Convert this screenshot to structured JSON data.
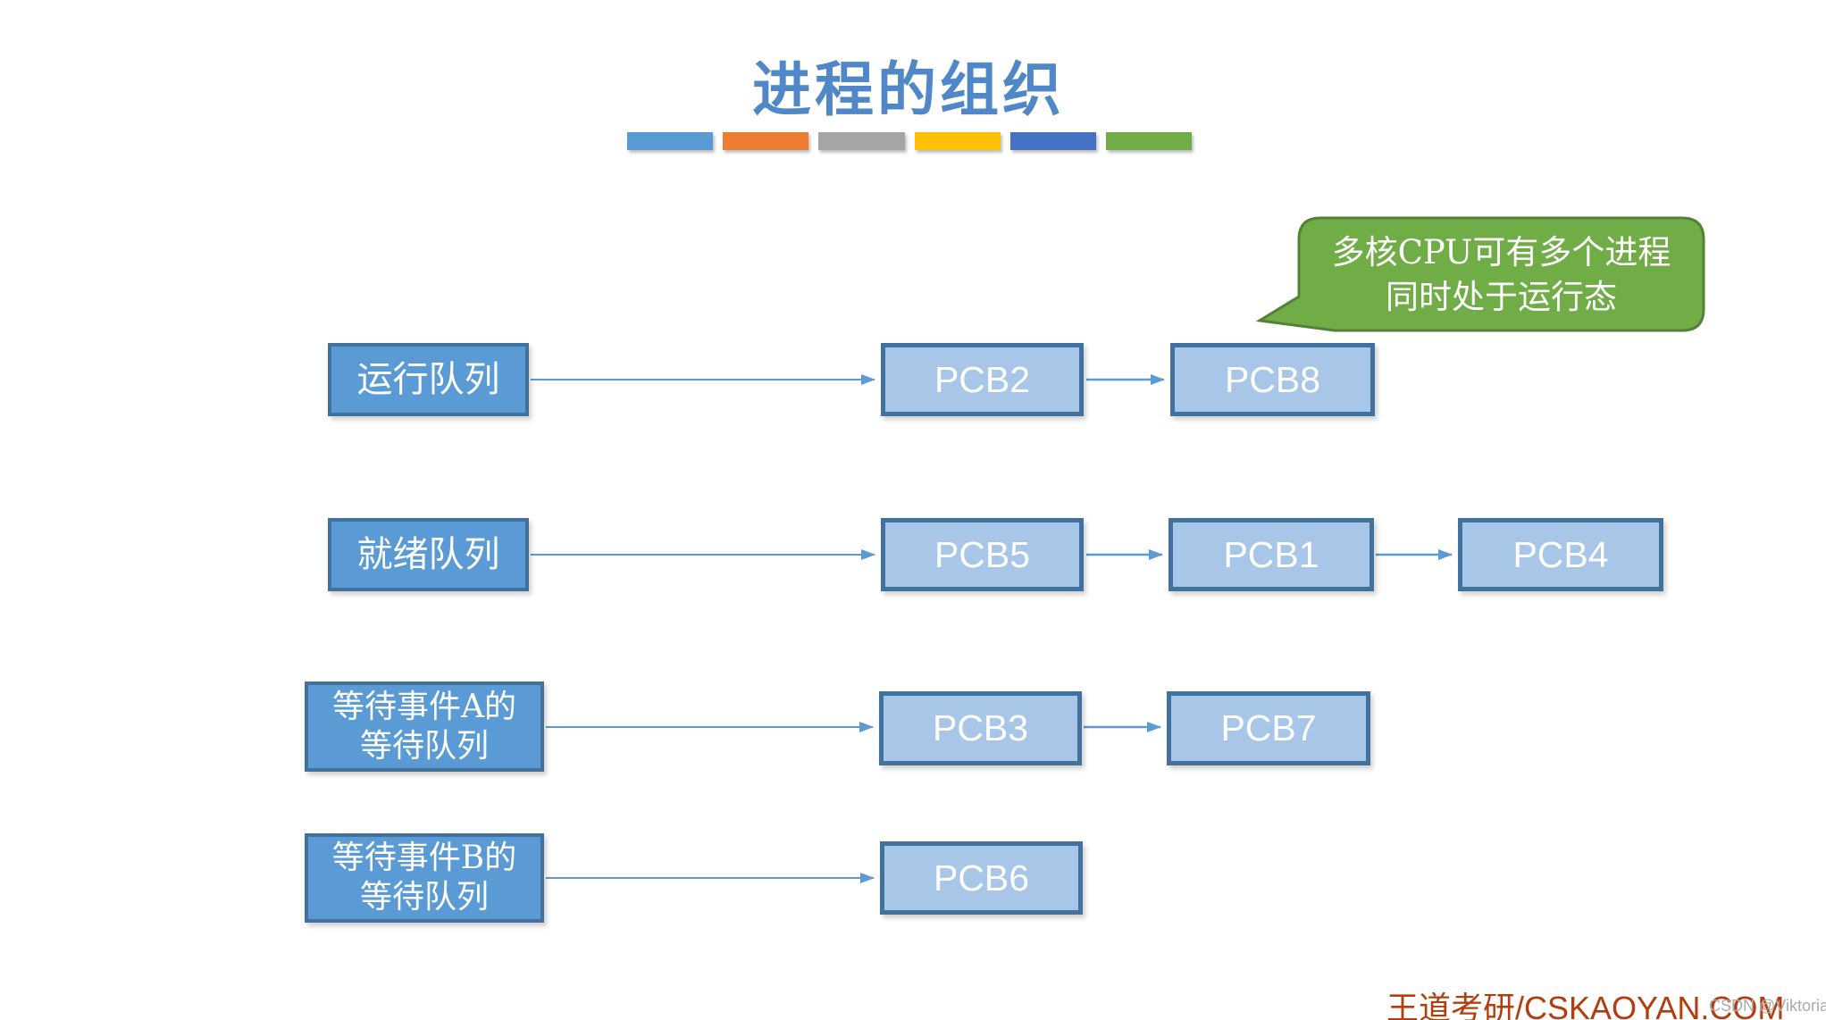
{
  "title": "进程的组织",
  "accent_bars": {
    "colors": [
      "#5B9BD5",
      "#ED7D31",
      "#A5A5A5",
      "#FFC000",
      "#4472C4",
      "#70AD47"
    ]
  },
  "callout": {
    "lines": [
      "多核CPU可有多个进程",
      "同时处于运行态"
    ],
    "fill": "#70AD47",
    "border": "#538135"
  },
  "queues": [
    {
      "label_lines": [
        "运行队列"
      ],
      "pcbs": [
        "PCB2",
        "PCB8"
      ]
    },
    {
      "label_lines": [
        "就绪队列"
      ],
      "pcbs": [
        "PCB5",
        "PCB1",
        "PCB4"
      ]
    },
    {
      "label_lines": [
        "等待事件A的",
        "等待队列"
      ],
      "pcbs": [
        "PCB3",
        "PCB7"
      ]
    },
    {
      "label_lines": [
        "等待事件B的",
        "等待队列"
      ],
      "pcbs": [
        "PCB6"
      ]
    }
  ],
  "colors": {
    "title": "#4F87C8",
    "queue_box_fill": "#5B9BD5",
    "queue_box_border": "#41719C",
    "pcb_box_fill": "#A7C6E8",
    "pcb_box_border": "#41719C",
    "arrow": "#5B9BD5",
    "footer_brand": "#B43D0E",
    "watermark": "#ABABAB"
  },
  "footer": {
    "brand": "王道考研/CSKAOYAN.COM",
    "watermark": "CSDN @Viktoriae"
  }
}
